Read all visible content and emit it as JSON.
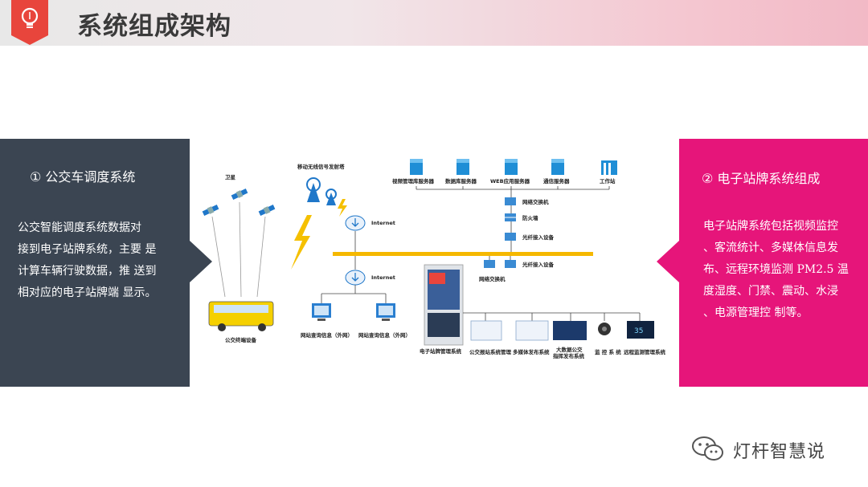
{
  "header": {
    "title": "系统组成架构",
    "icon": "lightbulb-icon",
    "accent": "#e8453c"
  },
  "left_panel": {
    "title": "① 公交车调度系统",
    "lines": [
      "公交智能调度系统数据对",
      "接到电子站牌系统，主要  是",
      "计算车辆行驶数据，推  送到",
      "相对应的电子站牌端 显示。"
    ],
    "color": "#3b4552"
  },
  "right_panel": {
    "title": "② 电子站牌系统组成",
    "lines": [
      "电子站牌系统包括视频监控",
      "、客流统计、多媒体信息发",
      "布、远程环境监测 PM2.5 温",
      "度湿度、门禁、震动、水浸",
      "、电源管理控 制等。"
    ],
    "color": "#e6157a"
  },
  "diagram": {
    "satellite_label": "卫星",
    "tower_label": "移动无线信号发射塔",
    "internet_top": "Internet",
    "internet_mid": "Internet",
    "bus_label": "公交终端设备",
    "servers": [
      "视频管理库服务器",
      "数据库服务器",
      "WEB应用服务器",
      "通信服务器",
      "工作站"
    ],
    "switch_top": "网络交换机",
    "firewall": "防火墙",
    "fiber_top": "光纤接入设备",
    "fiber_mid": "光纤接入设备",
    "switch_mid": "网络交换机",
    "pc_left": "网站查询信息（外网）",
    "pc_right": "网站查询信息（外网）",
    "stop_label": "电子站牌管理系统",
    "subsystems": [
      "公交报站系统管理",
      "多媒体发布系统",
      "大数据公交",
      "指挥发布系统",
      "监 控 系 统",
      "远程监测管理系统"
    ],
    "sensor_value": "35"
  },
  "watermark": {
    "text": "灯杆智慧说",
    "icon": "wechat-icon"
  }
}
